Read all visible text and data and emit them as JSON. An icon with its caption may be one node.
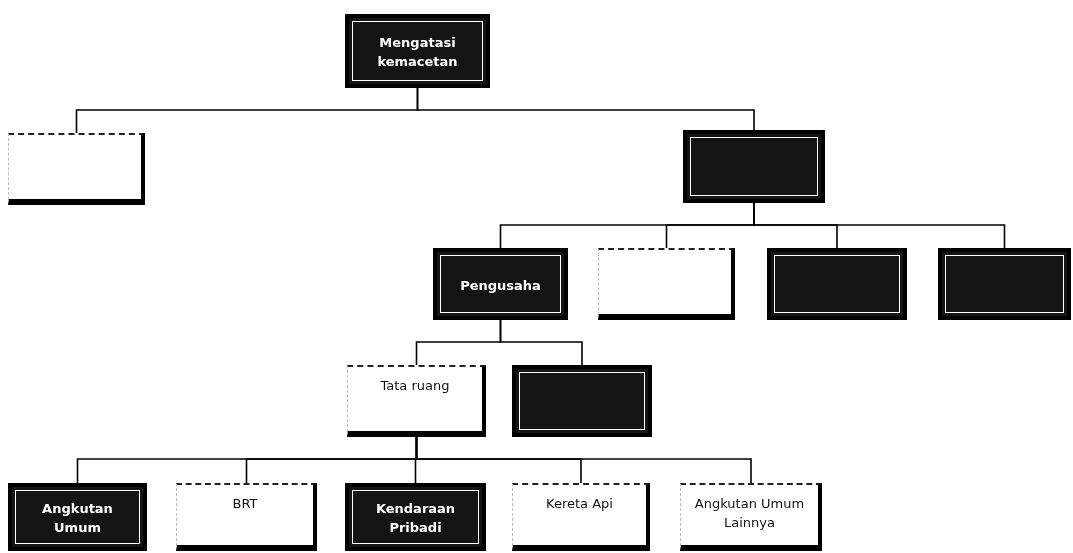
{
  "diagram": {
    "nodes": [
      {
        "text": [
          "Mengatasi kemacetan"
        ]
      },
      {
        "text": [],
        "shape": "box"
      },
      {
        "text": [],
        "shape": "box"
      },
      {
        "text": [
          "Pengusaha"
        ]
      },
      {
        "text": [],
        "shape": "box"
      },
      {
        "text": [],
        "shape": "box"
      },
      {
        "text": [],
        "shape": "box"
      },
      {
        "text": [
          "Tata ruang"
        ]
      },
      {
        "text": [],
        "shape": "box"
      },
      {
        "text": [
          "Angkutan Umum"
        ]
      },
      {
        "text": [
          "BRT"
        ]
      },
      {
        "text": [
          "Kendaraan Pribadi"
        ]
      },
      {
        "text": [
          "Kereta Api"
        ]
      },
      {
        "text": [
          "Angkutan Umum Lainnya"
        ]
      }
    ],
    "edges": [
      {
        "from": 0,
        "to": 1,
        "arrow": "none"
      },
      {
        "from": 0,
        "to": 2,
        "arrow": "none"
      },
      {
        "from": 2,
        "to": 3,
        "arrow": "none"
      },
      {
        "from": 2,
        "to": 4,
        "arrow": "none"
      },
      {
        "from": 2,
        "to": 5,
        "arrow": "none"
      },
      {
        "from": 2,
        "to": 6,
        "arrow": "none"
      },
      {
        "from": 3,
        "to": 7,
        "arrow": "none"
      },
      {
        "from": 3,
        "to": 8,
        "arrow": "none"
      },
      {
        "from": 7,
        "to": 9,
        "arrow": "none"
      },
      {
        "from": 7,
        "to": 10,
        "arrow": "none"
      },
      {
        "from": 7,
        "to": 11,
        "arrow": "none"
      },
      {
        "from": 7,
        "to": 12,
        "arrow": "none"
      },
      {
        "from": 7,
        "to": 13,
        "arrow": "none"
      }
    ]
  }
}
